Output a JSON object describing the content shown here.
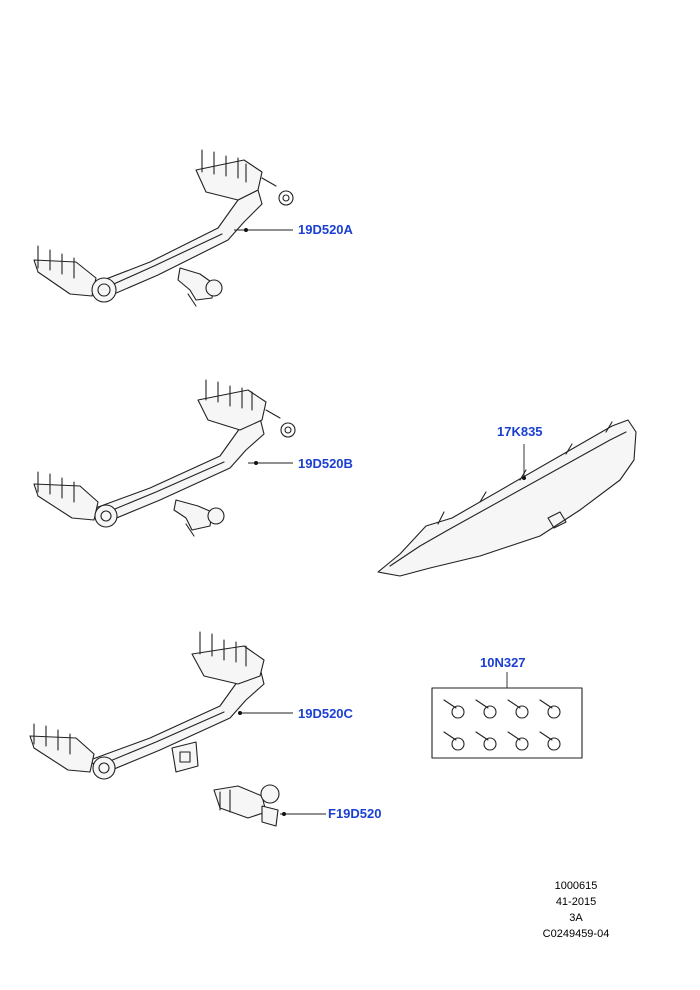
{
  "callouts": {
    "tow_bar_a": "19D520A",
    "tow_bar_b": "19D520B",
    "tow_bar_c": "19D520C",
    "tow_ball": "F19D520",
    "bumper_panel": "17K835",
    "bolt_kit": "10N327"
  },
  "footer": {
    "line1": "1000615",
    "line2": "41-2015",
    "line3": "3A",
    "line4": "C0249459-04"
  },
  "colors": {
    "callout_text": "#1a3fd1",
    "line_art": "#222222"
  }
}
